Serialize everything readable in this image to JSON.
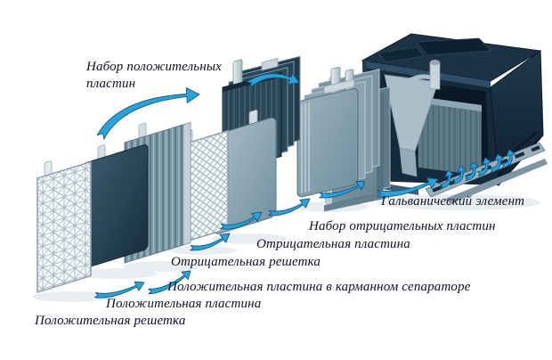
{
  "figure": {
    "type": "exploded-assembly-diagram",
    "labels": {
      "positive_plate_set_line1": "Набор положительных",
      "positive_plate_set_line2": "пластин",
      "galvanic_element": "Гальванический элемент",
      "negative_plate_set": "Набор отрицательных пластин",
      "negative_plate": "Отрицательная пластина",
      "negative_grid": "Отрицательная решетка",
      "positive_plate_in_separator": "Положительная пластина в карманном сепараторе",
      "positive_plate": "Положительная пластина",
      "positive_grid": "Положительная решетка"
    },
    "colors": {
      "arrow": "#29a2d9",
      "arrow_outline": "#0e5a86",
      "battery_case": "#16293a",
      "text": "#101028",
      "background": "#ffffff"
    }
  }
}
